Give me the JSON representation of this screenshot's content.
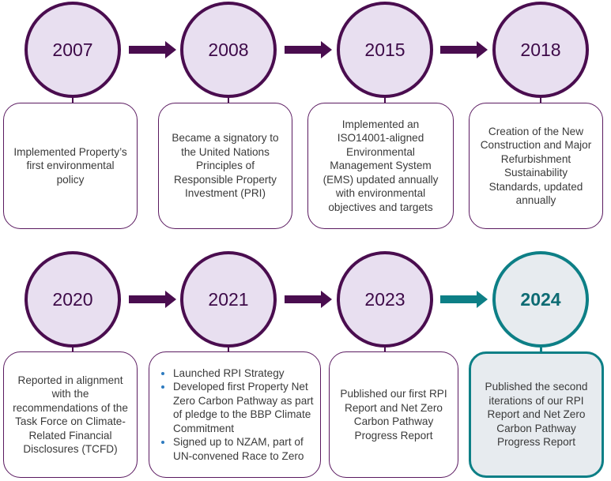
{
  "milestones": [
    {
      "year": "2007",
      "text": "Implemented Property’s first environmental policy"
    },
    {
      "year": "2008",
      "text": "Became a signatory to the United Nations Principles of Responsible Property Investment (PRI)"
    },
    {
      "year": "2015",
      "text": "Implemented an ISO14001-aligned Environmental Management System (EMS) updated annually with environmental objectives and targets"
    },
    {
      "year": "2018",
      "text": "Creation of the New Construction and Major Refurbishment Sustainability Standards, updated annually"
    },
    {
      "year": "2020",
      "text": "Reported in alignment with the recommendations of the Task Force on Climate-Related Financial Disclosures (TCFD)"
    },
    {
      "year": "2021",
      "bullets": [
        "Launched RPI Strategy",
        "Developed first Property Net Zero Carbon Pathway as part of pledge to the BBP Climate Commitment",
        "Signed up to NZAM, part of UN-convened Race to Zero"
      ]
    },
    {
      "year": "2023",
      "text": "Published our first RPI Report and Net Zero Carbon Pathway Progress Report"
    },
    {
      "year": "2024",
      "text": "Published the second iterations of our RPI Report and Net Zero Carbon Pathway Progress Report",
      "highlight": true
    }
  ],
  "colors": {
    "primary": "#4a0d4f",
    "circle_fill": "#e8dff0",
    "highlight": "#0d7f86",
    "highlight_fill": "#e7ebef"
  }
}
